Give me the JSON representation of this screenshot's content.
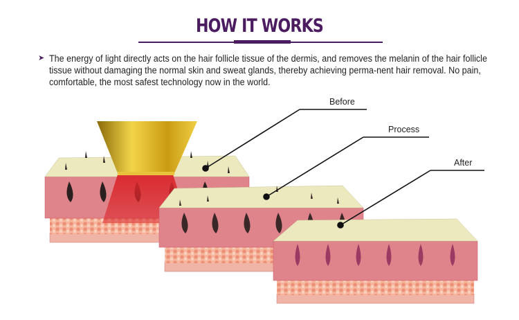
{
  "header": {
    "title": "HOW IT WORKS"
  },
  "description": {
    "bullet_icon": "triangle-right-icon",
    "text": "The energy of light directly acts on the hair follicle tissue of the dermis, and removes the melanin of the hair follicle tissue without damaging the normal skin and sweat glands, thereby achieving perma-nent hair removal. No pain, comfortable, the most safest technology now in the world."
  },
  "labels": {
    "before": "Before",
    "process": "Process",
    "after": "After"
  },
  "colors": {
    "title": "#4b1c60",
    "epidermis": "#ede9bf",
    "dermis": "#e0848c",
    "fat": "#f2a58d",
    "beam": "#d9262a",
    "applicator": "#d4a91c"
  }
}
